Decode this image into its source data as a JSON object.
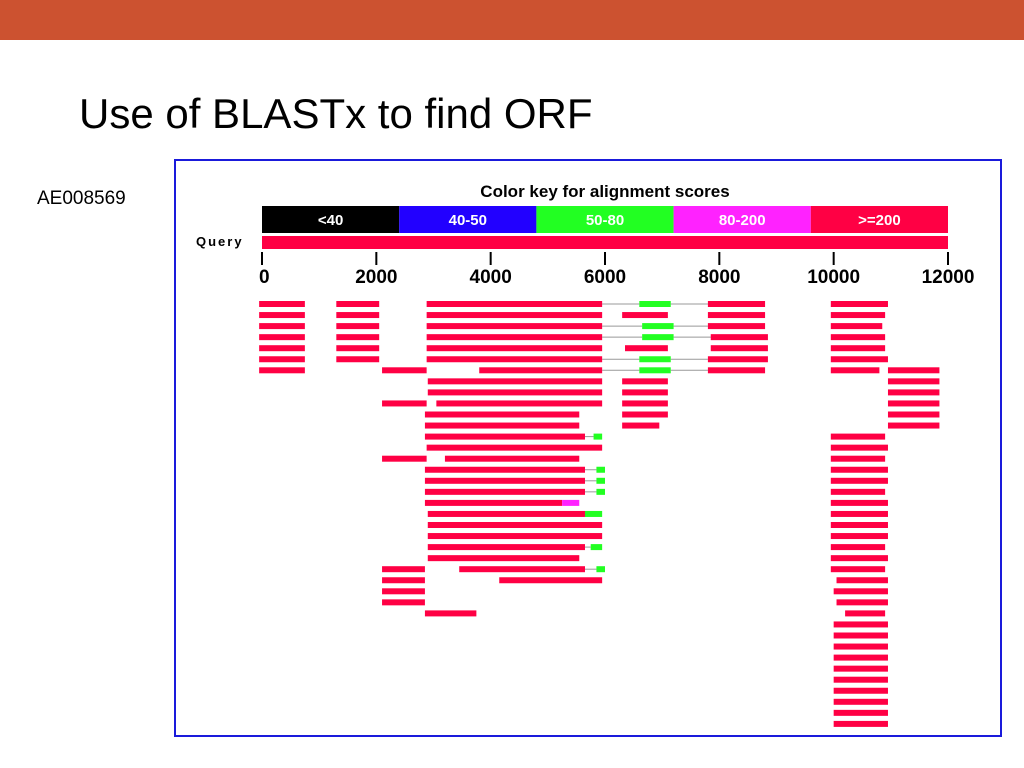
{
  "slide": {
    "title": "Use of BLASTx to find ORF",
    "accession": "AE008569",
    "accent_color": "#cc5230"
  },
  "figure": {
    "frame_color": "#1a1adb",
    "key_title": "Color key for alignment scores",
    "query_label": "Query",
    "query_length": 12000,
    "score_key": [
      {
        "label": "<40",
        "color": "#000000",
        "text_color": "#ffffff"
      },
      {
        "label": "40-50",
        "color": "#2200ff",
        "text_color": "#ffffff"
      },
      {
        "label": "50-80",
        "color": "#22ff22",
        "text_color": "#ffffff"
      },
      {
        "label": "80-200",
        "color": "#ff22ff",
        "text_color": "#ffffff"
      },
      {
        "label": ">=200",
        "color": "#ff0044",
        "text_color": "#ffffff"
      }
    ],
    "axis": {
      "min": 0,
      "max": 12000,
      "ticks": [
        0,
        2000,
        4000,
        6000,
        8000,
        10000,
        12000
      ],
      "tick_labels": [
        "0",
        "2000",
        "4000",
        "6000",
        "8000",
        "10000",
        "12000"
      ]
    },
    "connector_color": "#999999",
    "hits": [
      {
        "segments": [
          [
            -50,
            750,
            ">=200"
          ],
          [
            1300,
            2050,
            ">=200"
          ],
          [
            2880,
            5950,
            ">=200"
          ],
          [
            6600,
            7150,
            "50-80"
          ],
          [
            7800,
            8800,
            ">=200"
          ],
          [
            9950,
            10950,
            ">=200"
          ]
        ]
      },
      {
        "segments": [
          [
            -50,
            750,
            ">=200"
          ],
          [
            1300,
            2050,
            ">=200"
          ],
          [
            2880,
            5950,
            ">=200"
          ],
          [
            6300,
            7100,
            ">=200"
          ],
          [
            7800,
            8800,
            ">=200"
          ],
          [
            9950,
            10900,
            ">=200"
          ]
        ]
      },
      {
        "segments": [
          [
            -50,
            750,
            ">=200"
          ],
          [
            1300,
            2050,
            ">=200"
          ],
          [
            2880,
            5950,
            ">=200"
          ],
          [
            6650,
            7200,
            "50-80"
          ],
          [
            7800,
            8800,
            ">=200"
          ],
          [
            9950,
            10850,
            ">=200"
          ]
        ]
      },
      {
        "segments": [
          [
            -50,
            750,
            ">=200"
          ],
          [
            1300,
            2050,
            ">=200"
          ],
          [
            2880,
            5950,
            ">=200"
          ],
          [
            6650,
            7200,
            "50-80"
          ],
          [
            7850,
            8850,
            ">=200"
          ],
          [
            9950,
            10900,
            ">=200"
          ]
        ]
      },
      {
        "segments": [
          [
            -50,
            750,
            ">=200"
          ],
          [
            1300,
            2050,
            ">=200"
          ],
          [
            2880,
            5950,
            ">=200"
          ],
          [
            6350,
            7100,
            ">=200"
          ],
          [
            7850,
            8850,
            ">=200"
          ],
          [
            9950,
            10900,
            ">=200"
          ]
        ]
      },
      {
        "segments": [
          [
            -50,
            750,
            ">=200"
          ],
          [
            1300,
            2050,
            ">=200"
          ],
          [
            2880,
            5950,
            ">=200"
          ],
          [
            6600,
            7150,
            "50-80"
          ],
          [
            7800,
            8850,
            ">=200"
          ],
          [
            9950,
            10950,
            ">=200"
          ]
        ]
      },
      {
        "segments": [
          [
            -50,
            750,
            ">=200"
          ],
          [
            2100,
            2880,
            ">=200"
          ],
          [
            3800,
            5950,
            ">=200"
          ],
          [
            6600,
            7150,
            "50-80"
          ],
          [
            7800,
            8800,
            ">=200"
          ],
          [
            9950,
            10800,
            ">=200"
          ],
          [
            10950,
            11850,
            ">=200"
          ]
        ]
      },
      {
        "segments": [
          [
            2900,
            5950,
            ">=200"
          ],
          [
            6300,
            7100,
            ">=200"
          ],
          [
            10950,
            11850,
            ">=200"
          ]
        ]
      },
      {
        "segments": [
          [
            2900,
            5950,
            ">=200"
          ],
          [
            6300,
            7100,
            ">=200"
          ],
          [
            10950,
            11850,
            ">=200"
          ]
        ]
      },
      {
        "segments": [
          [
            2100,
            2880,
            ">=200"
          ],
          [
            3050,
            5950,
            ">=200"
          ],
          [
            6300,
            7100,
            ">=200"
          ],
          [
            10950,
            11850,
            ">=200"
          ]
        ]
      },
      {
        "segments": [
          [
            2850,
            5550,
            ">=200"
          ],
          [
            6300,
            7100,
            ">=200"
          ],
          [
            10950,
            11850,
            ">=200"
          ]
        ]
      },
      {
        "segments": [
          [
            2850,
            5550,
            ">=200"
          ],
          [
            6300,
            6950,
            ">=200"
          ],
          [
            10950,
            11850,
            ">=200"
          ]
        ]
      },
      {
        "segments": [
          [
            2850,
            5650,
            ">=200"
          ],
          [
            5800,
            5950,
            "50-80"
          ],
          [
            9950,
            10900,
            ">=200"
          ]
        ]
      },
      {
        "segments": [
          [
            2880,
            5950,
            ">=200"
          ],
          [
            9950,
            10950,
            ">=200"
          ]
        ]
      },
      {
        "segments": [
          [
            2100,
            2880,
            ">=200"
          ],
          [
            3200,
            5550,
            ">=200"
          ],
          [
            9950,
            10900,
            ">=200"
          ]
        ]
      },
      {
        "segments": [
          [
            2850,
            5650,
            ">=200"
          ],
          [
            5850,
            6000,
            "50-80"
          ],
          [
            9950,
            10950,
            ">=200"
          ]
        ]
      },
      {
        "segments": [
          [
            2850,
            5650,
            ">=200"
          ],
          [
            5850,
            6000,
            "50-80"
          ],
          [
            9950,
            10950,
            ">=200"
          ]
        ]
      },
      {
        "segments": [
          [
            2850,
            5650,
            ">=200"
          ],
          [
            5850,
            6000,
            "50-80"
          ],
          [
            9950,
            10900,
            ">=200"
          ]
        ]
      },
      {
        "segments": [
          [
            2850,
            5250,
            ">=200"
          ],
          [
            5250,
            5550,
            "80-200"
          ],
          [
            9950,
            10950,
            ">=200"
          ]
        ]
      },
      {
        "segments": [
          [
            2900,
            5650,
            ">=200"
          ],
          [
            5650,
            5950,
            "50-80"
          ],
          [
            9950,
            10950,
            ">=200"
          ]
        ]
      },
      {
        "segments": [
          [
            2900,
            5950,
            ">=200"
          ],
          [
            9950,
            10950,
            ">=200"
          ]
        ]
      },
      {
        "segments": [
          [
            2900,
            5950,
            ">=200"
          ],
          [
            9950,
            10950,
            ">=200"
          ]
        ]
      },
      {
        "segments": [
          [
            2900,
            5650,
            ">=200"
          ],
          [
            5750,
            5950,
            "50-80"
          ],
          [
            9950,
            10900,
            ">=200"
          ]
        ]
      },
      {
        "segments": [
          [
            2900,
            5550,
            ">=200"
          ],
          [
            9950,
            10950,
            ">=200"
          ]
        ]
      },
      {
        "segments": [
          [
            2100,
            2850,
            ">=200"
          ],
          [
            3450,
            5650,
            ">=200"
          ],
          [
            5850,
            6000,
            "50-80"
          ],
          [
            9950,
            10900,
            ">=200"
          ]
        ]
      },
      {
        "segments": [
          [
            2100,
            2850,
            ">=200"
          ],
          [
            4150,
            5950,
            ">=200"
          ],
          [
            10050,
            10950,
            ">=200"
          ]
        ]
      },
      {
        "segments": [
          [
            2100,
            2850,
            ">=200"
          ],
          [
            10000,
            10950,
            ">=200"
          ]
        ]
      },
      {
        "segments": [
          [
            2100,
            2850,
            ">=200"
          ],
          [
            10050,
            10950,
            ">=200"
          ]
        ]
      },
      {
        "segments": [
          [
            2850,
            3750,
            ">=200"
          ],
          [
            10200,
            10900,
            ">=200"
          ]
        ]
      },
      {
        "segments": [
          [
            10000,
            10950,
            ">=200"
          ]
        ]
      },
      {
        "segments": [
          [
            10000,
            10950,
            ">=200"
          ]
        ]
      },
      {
        "segments": [
          [
            10000,
            10950,
            ">=200"
          ]
        ]
      },
      {
        "segments": [
          [
            10000,
            10950,
            ">=200"
          ]
        ]
      },
      {
        "segments": [
          [
            10000,
            10950,
            ">=200"
          ]
        ]
      },
      {
        "segments": [
          [
            10000,
            10950,
            ">=200"
          ]
        ]
      },
      {
        "segments": [
          [
            10000,
            10950,
            ">=200"
          ]
        ]
      },
      {
        "segments": [
          [
            10000,
            10950,
            ">=200"
          ]
        ]
      },
      {
        "segments": [
          [
            10000,
            10950,
            ">=200"
          ]
        ]
      },
      {
        "segments": [
          [
            10000,
            10950,
            ">=200"
          ]
        ]
      }
    ]
  }
}
